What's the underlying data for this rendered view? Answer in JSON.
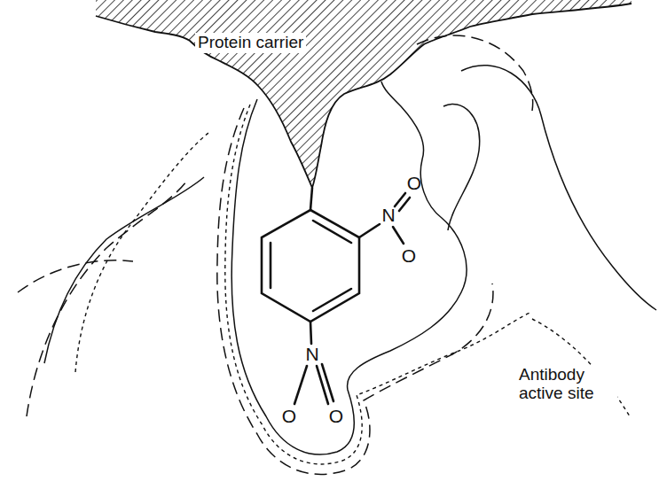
{
  "diagram": {
    "labels": [
      "Protein carrier",
      "N",
      "O",
      "O",
      "N",
      "O",
      "O",
      "Antibody active site"
    ]
  }
}
